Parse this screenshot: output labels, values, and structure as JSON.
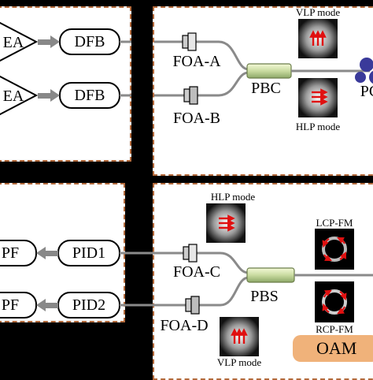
{
  "top_left": {
    "amp1": "EA",
    "amp2": "EA",
    "laser1": "DFB",
    "laser2": "DFB"
  },
  "top_right": {
    "foa_a": "FOA-A",
    "foa_b": "FOA-B",
    "pbc": "PBC",
    "pc": "PC",
    "vlp_mode": "VLP mode",
    "hlp_mode": "HLP mode"
  },
  "bottom_left": {
    "pf1": "PF",
    "pf2": "PF",
    "pid1": "PID1",
    "pid2": "PID2"
  },
  "bottom_right": {
    "foa_c": "FOA-C",
    "foa_d": "FOA-D",
    "pbs": "PBS",
    "hlp_mode": "HLP mode",
    "vlp_mode": "VLP mode",
    "lcp_fm": "LCP-FM",
    "rcp_fm": "RCP-FM",
    "oam": "OAM"
  },
  "colors": {
    "panel_border": "#b36a3c",
    "fiber": "#8a8a8a",
    "arrow_red": "#e01010",
    "oam_fill": "#f0b27a",
    "pc_blue": "#3a3a9a"
  }
}
